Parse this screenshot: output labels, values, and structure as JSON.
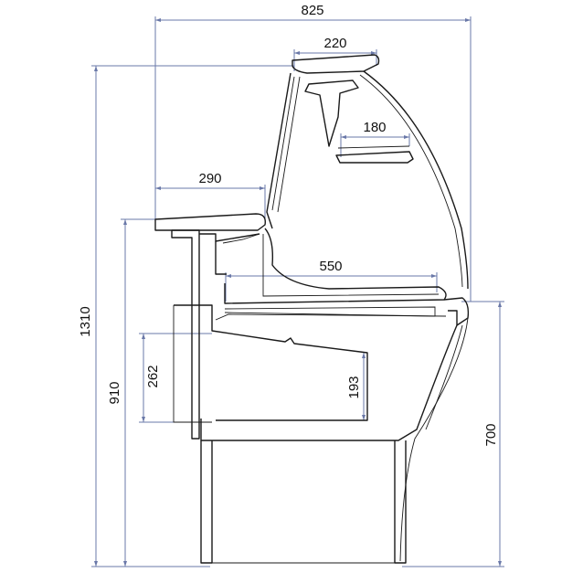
{
  "dimensions": {
    "overall_width": "825",
    "top_shelf_width": "220",
    "inner_shelf_width": "180",
    "counter_depth": "290",
    "display_depth": "550",
    "overall_height": "1310",
    "counter_height": "910",
    "front_height": "700",
    "storage_height": "262",
    "tray_height": "193"
  }
}
